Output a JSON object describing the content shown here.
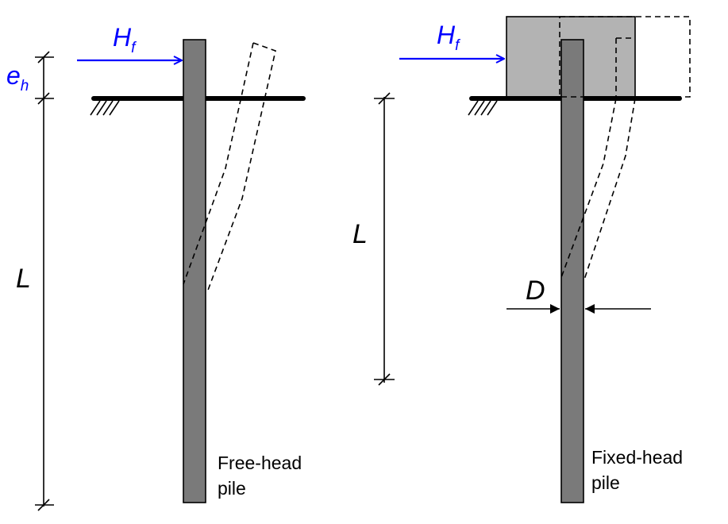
{
  "left": {
    "force_label": "H",
    "force_sub": "f",
    "ecc_label": "e",
    "ecc_sub": "h",
    "length_label": "L",
    "caption_line1": "Free-head",
    "caption_line2": "pile"
  },
  "right": {
    "force_label": "H",
    "force_sub": "f",
    "length_label": "L",
    "diameter_label": "D",
    "caption_line1": "Fixed-head",
    "caption_line2": "pile"
  },
  "colors": {
    "force": "#0000ff",
    "pile": "#7a7a7a",
    "pile_cap": "#b3b3b3",
    "ground": "#000000"
  }
}
